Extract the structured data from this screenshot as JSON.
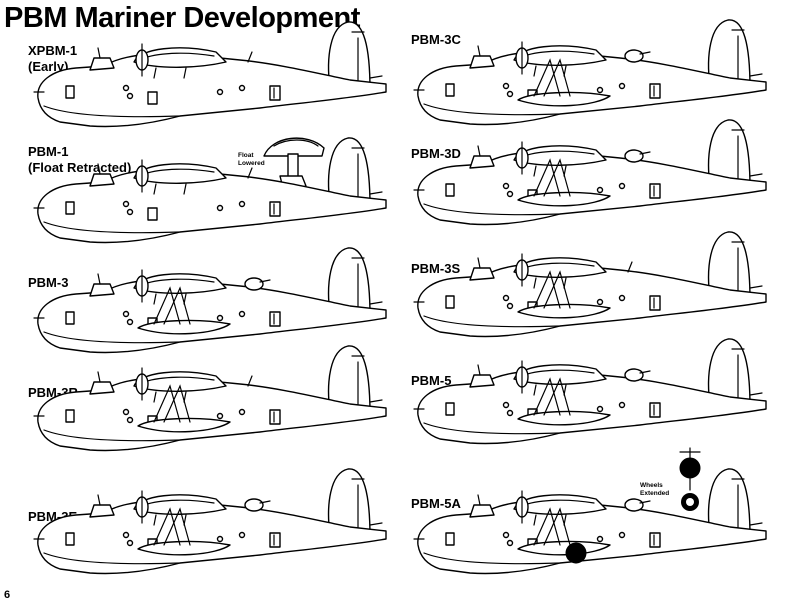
{
  "page": {
    "title": "PBM Mariner Development",
    "page_number": "6"
  },
  "variants": {
    "xpbm1": {
      "line1": "XPBM-1",
      "line2": "(Early)"
    },
    "pbm1": {
      "line1": "PBM-1",
      "line2": "(Float Retracted)"
    },
    "pbm3": {
      "line1": "PBM-3"
    },
    "pbm3r": {
      "line1": "PBM-3R"
    },
    "pbm3e": {
      "line1": "PBM-3E"
    },
    "pbm3c": {
      "line1": "PBM-3C"
    },
    "pbm3d": {
      "line1": "PBM-3D"
    },
    "pbm3s": {
      "line1": "PBM-3S"
    },
    "pbm5": {
      "line1": "PBM-5"
    },
    "pbm5a": {
      "line1": "PBM-5A"
    }
  },
  "callouts": {
    "float_lowered": {
      "line1": "Float",
      "line2": "Lowered"
    },
    "wheels_extended": {
      "line1": "Wheels",
      "line2": "Extended"
    }
  },
  "drawings": [
    {
      "name": "xpbm1-drawing",
      "float": false,
      "turret": false
    },
    {
      "name": "pbm1-drawing",
      "float": false,
      "turret": false
    },
    {
      "name": "pbm3-drawing",
      "float": true,
      "turret": true
    },
    {
      "name": "pbm3r-drawing",
      "float": true,
      "turret": false
    },
    {
      "name": "pbm3e-drawing",
      "float": true,
      "turret": true
    },
    {
      "name": "pbm3c-drawing",
      "float": true,
      "turret": true
    },
    {
      "name": "pbm3d-drawing",
      "float": true,
      "turret": true
    },
    {
      "name": "pbm3s-drawing",
      "float": true,
      "turret": false
    },
    {
      "name": "pbm5-drawing",
      "float": true,
      "turret": true
    },
    {
      "name": "pbm5a-drawing",
      "float": true,
      "turret": true,
      "wheel": true
    }
  ]
}
